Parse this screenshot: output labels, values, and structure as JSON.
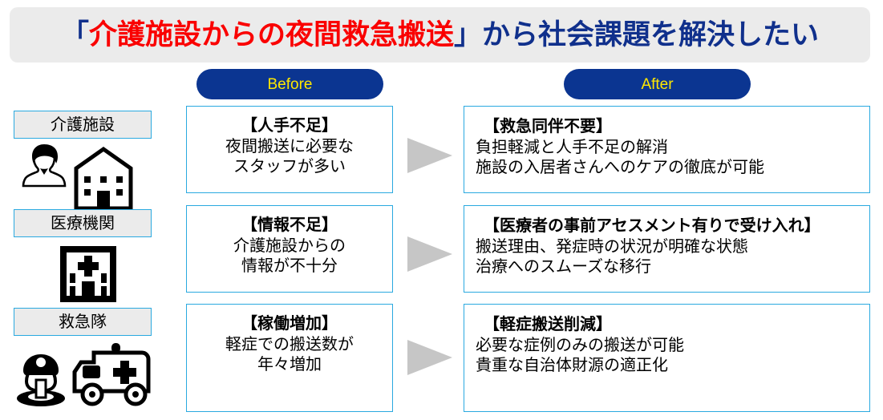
{
  "title": {
    "prefix_quote": "「",
    "highlight": "介護施設からの夜間救急搬送",
    "suffix": "」から社会課題を解決したい"
  },
  "columns": {
    "before_label": "Before",
    "after_label": "After"
  },
  "colors": {
    "banner_bg": "#ebebeb",
    "title_navy": "#10308c",
    "title_red": "#fa0000",
    "pill_bg": "#0b3591",
    "pill_text": "#ffe800",
    "card_border": "#2aa9e0",
    "arrow_gray": "#c6c6c6",
    "label_bg": "#ebebeb"
  },
  "rows": [
    {
      "category": "介護施設",
      "icons": [
        "person-icon",
        "care-facility-building-icon"
      ],
      "before": {
        "heading": "【人手不足】",
        "lines": [
          "夜間搬送に必要な",
          "スタッフが多い"
        ]
      },
      "after": {
        "heading": "【救急同伴不要】",
        "lines": [
          "負担軽減と人手不足の解消",
          "施設の入居者さんへのケアの徹底が可能"
        ]
      },
      "arrow": "arrow-right-icon"
    },
    {
      "category": "医療機関",
      "icons": [
        "hospital-icon"
      ],
      "before": {
        "heading": "【情報不足】",
        "lines": [
          "介護施設からの",
          "情報が不十分"
        ]
      },
      "after": {
        "heading": "【医療者の事前アセスメント有りで受け入れ】",
        "lines": [
          "搬送理由、発症時の状況が明確な状態",
          "治療へのスムーズな移行"
        ]
      },
      "arrow": "arrow-right-icon"
    },
    {
      "category": "救急隊",
      "icons": [
        "paramedic-icon",
        "ambulance-icon"
      ],
      "before": {
        "heading": "【稼働増加】",
        "lines": [
          "軽症での搬送数が",
          "年々増加"
        ]
      },
      "after": {
        "heading": "【軽症搬送削減】",
        "lines": [
          "必要な症例のみの搬送が可能",
          "貴重な自治体財源の適正化"
        ]
      },
      "arrow": "arrow-right-icon"
    }
  ]
}
